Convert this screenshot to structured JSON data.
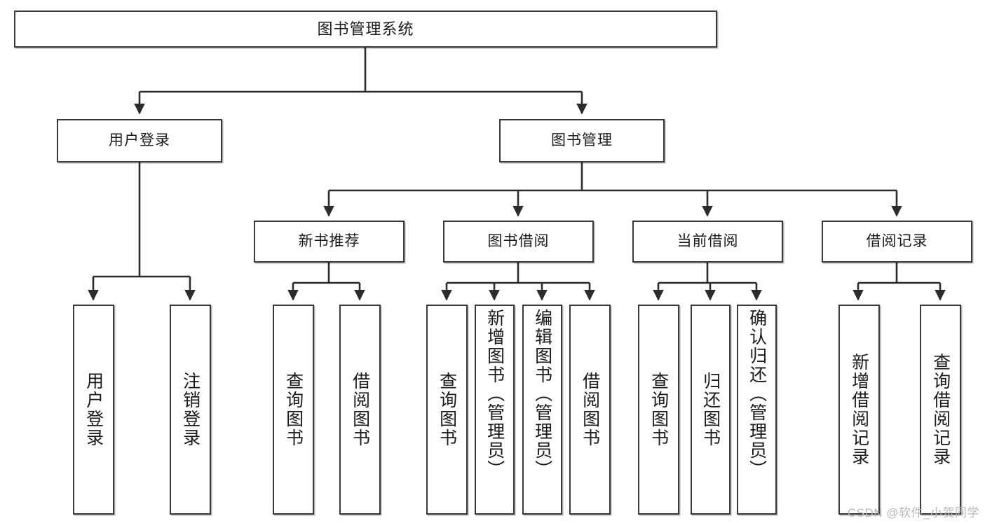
{
  "diagram": {
    "title": "图书管理系统",
    "type": "tree-hierarchy",
    "root": {
      "label": "图书管理系统"
    },
    "level1": [
      {
        "label": "用户登录"
      },
      {
        "label": "图书管理"
      }
    ],
    "level2": [
      {
        "label": "新书推荐"
      },
      {
        "label": "图书借阅"
      },
      {
        "label": "当前借阅"
      },
      {
        "label": "借阅记录"
      }
    ],
    "leaves": {
      "user_login": [
        {
          "label": "用户登录"
        },
        {
          "label": "注销登录"
        }
      ],
      "new_book_recommend": [
        {
          "label": "查询图书"
        },
        {
          "label": "借阅图书"
        }
      ],
      "book_borrow": [
        {
          "label": "查询图书"
        },
        {
          "label": "新增图书（管理员）"
        },
        {
          "label": "编辑图书（管理员）"
        },
        {
          "label": "借阅图书"
        }
      ],
      "current_borrow": [
        {
          "label": "查询图书"
        },
        {
          "label": "归还图书"
        },
        {
          "label": "确认归还（管理员）"
        }
      ],
      "borrow_record": [
        {
          "label": "新增借阅记录"
        },
        {
          "label": "查询借阅记录"
        }
      ]
    }
  },
  "watermark": {
    "text": "CSDN @软件_小贺同学"
  },
  "colors": {
    "border": "#3a3a3a",
    "background": "#ffffff",
    "text": "#1a1a1a",
    "watermark": "#b9b9b9"
  }
}
